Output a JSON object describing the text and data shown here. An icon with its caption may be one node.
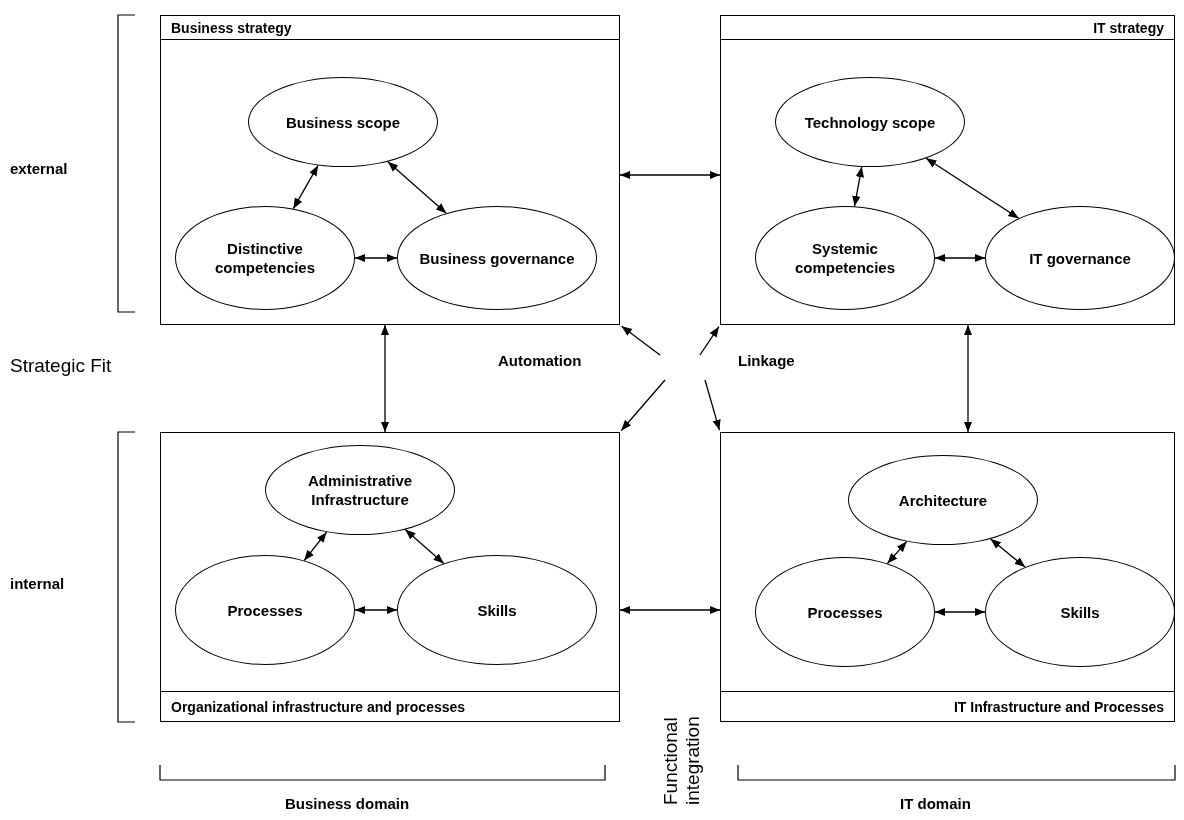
{
  "diagram": {
    "nodes": [
      {
        "text": [
          "Business strategy"
        ]
      },
      {
        "text": [
          "Business scope"
        ],
        "in": 0
      },
      {
        "text": [
          "Distinctive competencies"
        ],
        "in": 0
      },
      {
        "text": [
          "Business governance"
        ],
        "in": 0
      },
      {
        "text": [
          "IT strategy"
        ]
      },
      {
        "text": [
          "Technology scope"
        ],
        "in": 4
      },
      {
        "text": [
          "Systemic competencies"
        ],
        "in": 4
      },
      {
        "text": [
          "IT governance"
        ],
        "in": 4
      },
      {
        "text": [
          "Organizational infrastructure and processes"
        ]
      },
      {
        "text": [
          "Administrative Infrastructure"
        ],
        "in": 8
      },
      {
        "text": [
          "Processes"
        ],
        "in": 8
      },
      {
        "text": [
          "Skills"
        ],
        "in": 8
      },
      {
        "text": [
          "IT Infrastructure and Processes"
        ]
      },
      {
        "text": [
          "Architecture"
        ],
        "in": 12
      },
      {
        "text": [
          "Processes"
        ],
        "in": 12
      },
      {
        "text": [
          "Skills"
        ],
        "in": 12
      }
    ],
    "edges": [
      {
        "from": 1,
        "to": 2,
        "arrow": "both"
      },
      {
        "from": 1,
        "to": 3,
        "arrow": "both"
      },
      {
        "from": 2,
        "to": 3,
        "arrow": "both"
      },
      {
        "from": 0,
        "to": 4,
        "arrow": "both"
      },
      {
        "from": 5,
        "to": 6,
        "arrow": "both"
      },
      {
        "from": 5,
        "to": 7,
        "arrow": "both"
      },
      {
        "from": 6,
        "to": 7,
        "arrow": "both"
      },
      {
        "from": 0,
        "to": 8,
        "arrow": "both"
      },
      {
        "from": 4,
        "to": 12,
        "arrow": "both"
      },
      {
        "from": null,
        "to": 0,
        "arrow": "to"
      },
      {
        "from": null,
        "to": 4,
        "arrow": "to"
      },
      {
        "from": null,
        "to": 8,
        "arrow": "to"
      },
      {
        "from": null,
        "to": 12,
        "arrow": "to"
      },
      {
        "from": 9,
        "to": 10,
        "arrow": "both"
      },
      {
        "from": 9,
        "to": 11,
        "arrow": "both"
      },
      {
        "from": 10,
        "to": 11,
        "arrow": "both"
      },
      {
        "from": 8,
        "to": 12,
        "arrow": "both"
      },
      {
        "from": 13,
        "to": 14,
        "arrow": "both"
      },
      {
        "from": 13,
        "to": 15,
        "arrow": "both"
      },
      {
        "from": 14,
        "to": 15,
        "arrow": "both"
      }
    ],
    "labels": [
      "external",
      "Strategic Fit",
      "Automation",
      "Linkage",
      "internal",
      "Functional integration",
      "Business domain",
      "IT domain"
    ]
  }
}
